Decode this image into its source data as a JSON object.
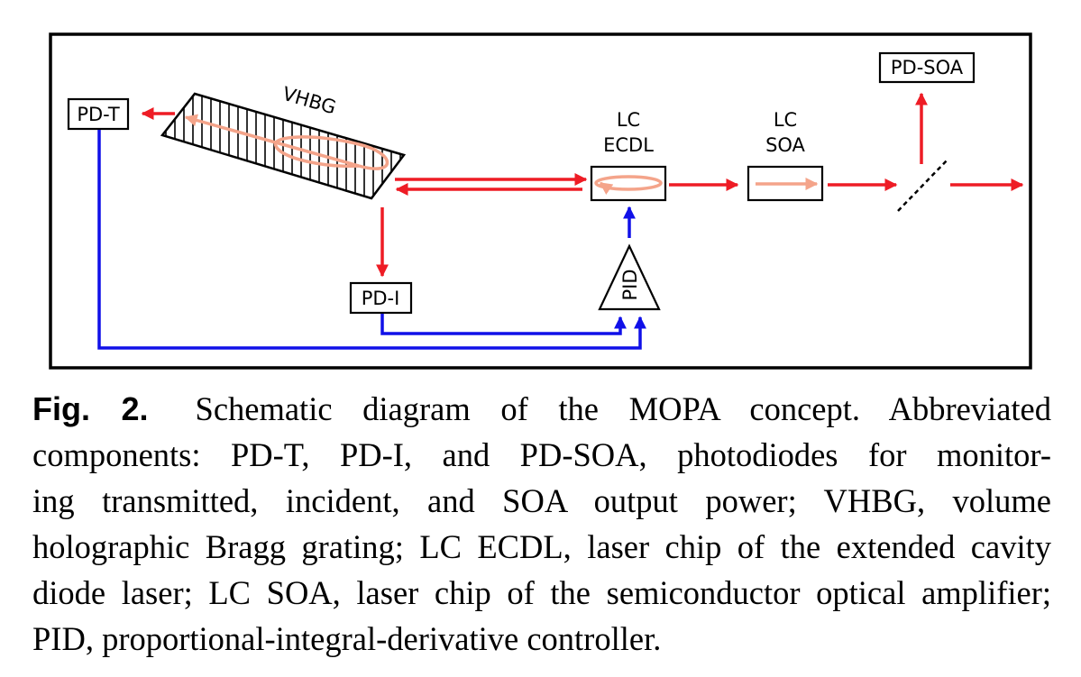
{
  "diagram": {
    "components": {
      "pd_t": "PD-T",
      "vhbg": "VHBG",
      "lc_ecdl": [
        "LC",
        "ECDL"
      ],
      "lc_soa": [
        "LC",
        "SOA"
      ],
      "pd_soa": "PD-SOA",
      "pd_i": "PD-I",
      "pid": "PID"
    },
    "colors": {
      "optical_beam": "#ee1c25",
      "internal_beam": "#f4a48a",
      "electrical_signal": "#1010e8",
      "frame": "#000000"
    }
  },
  "caption": {
    "label": "Fig. 2.",
    "lines": [
      "Schematic diagram of the MOPA concept. Abbreviated",
      "components: PD-T, PD-I, and PD-SOA, photodiodes for monitor-",
      "ing transmitted, incident, and SOA output power; VHBG, volume",
      "holographic Bragg grating; LC ECDL, laser chip of the extended cavity",
      "diode laser; LC SOA, laser chip of the semiconductor optical amplifier;",
      "PID, proportional-integral-derivative controller."
    ]
  }
}
